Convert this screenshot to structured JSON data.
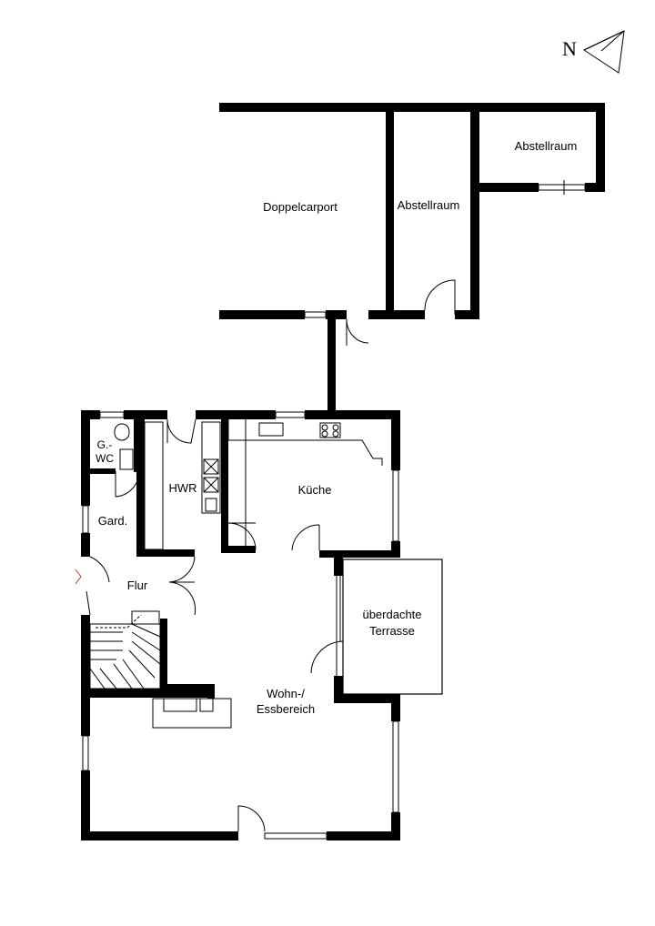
{
  "compass": {
    "label": "N"
  },
  "rooms": {
    "doppelcarport": "Doppelcarport",
    "abstellraum_1": "Abstellraum",
    "abstellraum_2": "Abstellraum",
    "gwc_line1": "G.-",
    "gwc_line2": "WC",
    "hwr": "HWR",
    "kueche": "Küche",
    "gard": "Gard.",
    "flur": "Flur",
    "terrasse_line1": "überdachte",
    "terrasse_line2": "Terrasse",
    "wohn_line1": "Wohn-/",
    "wohn_line2": "Essbereich"
  },
  "colors": {
    "wall": "#000000",
    "entrance_marker": "#c0392b"
  }
}
